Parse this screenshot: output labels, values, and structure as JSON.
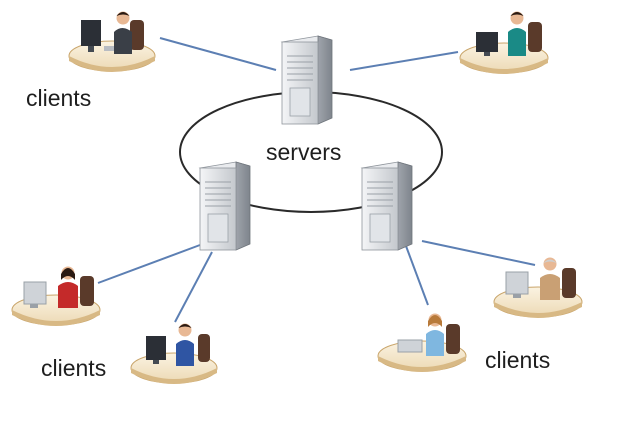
{
  "labels": {
    "clients_top_left": "clients",
    "servers": "servers",
    "clients_bottom_left": "clients",
    "clients_bottom_right": "clients"
  },
  "colors": {
    "link_line": "#5c7fb3",
    "ring": "#2a2a2a",
    "server_body": "#d3d6da",
    "desk_top": "#f3e7cf",
    "desk_edge": "#c9a56b",
    "monitor": "#2b2f36",
    "shirt_blue": "#2f55a3",
    "shirt_teal": "#1a8a86",
    "shirt_red": "#c42a2a",
    "shirt_light_blue": "#7fb7e0",
    "shirt_tan": "#c9a074"
  },
  "nodes": {
    "servers": [
      "server-top",
      "server-left",
      "server-right"
    ],
    "clients": [
      "client-top-left",
      "client-top-right",
      "client-mid-left",
      "client-bottom-left",
      "client-bottom-middle",
      "client-bottom-right"
    ]
  }
}
